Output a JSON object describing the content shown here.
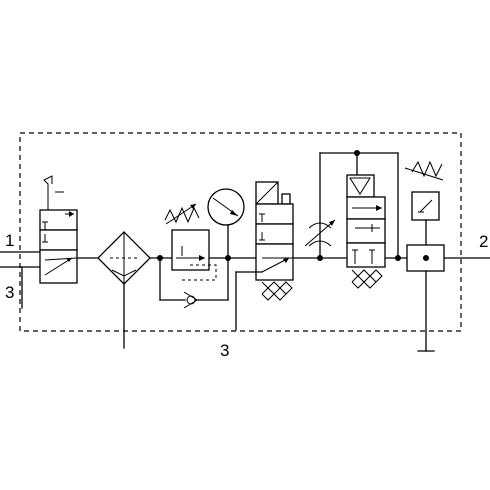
{
  "ports": {
    "inlet": "1",
    "outlet": "2",
    "exhaust_left": "3",
    "exhaust_bottom": "3"
  }
}
